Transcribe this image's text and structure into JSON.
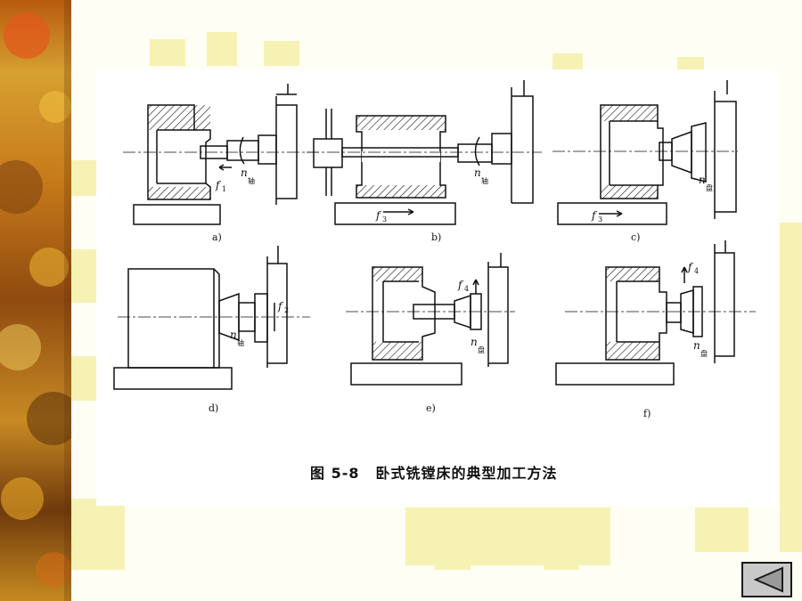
{
  "figure": {
    "caption_number": "图 5-8",
    "caption_title": "卧式铣镗床的典型加工方法",
    "panels": [
      {
        "id": "a",
        "label": "a)",
        "feed": "f",
        "feed_sub": "1",
        "speed": "n",
        "speed_sub": "轴"
      },
      {
        "id": "b",
        "label": "b)",
        "feed": "f",
        "feed_sub": "3",
        "speed": "n",
        "speed_sub": "轴"
      },
      {
        "id": "c",
        "label": "c)",
        "feed": "f",
        "feed_sub": "3",
        "speed": "n",
        "speed_sub": "盘"
      },
      {
        "id": "d",
        "label": "d)",
        "feed": "f",
        "feed_sub": "2",
        "speed": "n",
        "speed_sub": "轴"
      },
      {
        "id": "e",
        "label": "e)",
        "feed": "f",
        "feed_sub": "4",
        "speed": "n",
        "speed_sub": "盘"
      },
      {
        "id": "f",
        "label": "f)",
        "feed": "f",
        "feed_sub": "4",
        "speed": "n",
        "speed_sub": "盘"
      }
    ]
  },
  "navigation": {
    "back_icon": "triangle-left-icon"
  },
  "colors": {
    "background": "#fffef4",
    "gear_yellow": "#f6f2b4",
    "nav_fill": "#c9c9c9",
    "ink": "#111111"
  }
}
